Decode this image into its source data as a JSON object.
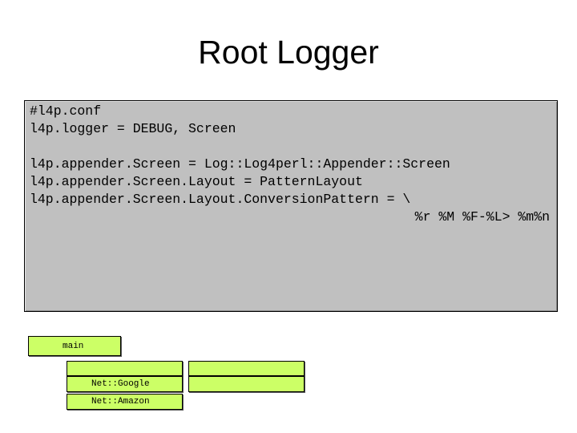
{
  "slide": {
    "title": "Root Logger",
    "code_lines": [
      "#l4p.conf",
      "l4p.logger = DEBUG, Screen",
      "l4p.appender.Screen = Log::Log4perl::Appender::Screen",
      "l4p.appender.Screen.Layout = PatternLayout",
      "l4p.appender.Screen.Layout.ConversionPattern = \\",
      "%r %M %F-%L> %m%n"
    ],
    "hierarchy": {
      "main": "main",
      "child_a": "",
      "child_b": "",
      "google": "Net::Google",
      "amazon": "Net::Amazon"
    },
    "colors": {
      "code_background": "#c0c0c0",
      "node_fill": "#ccff66"
    }
  }
}
